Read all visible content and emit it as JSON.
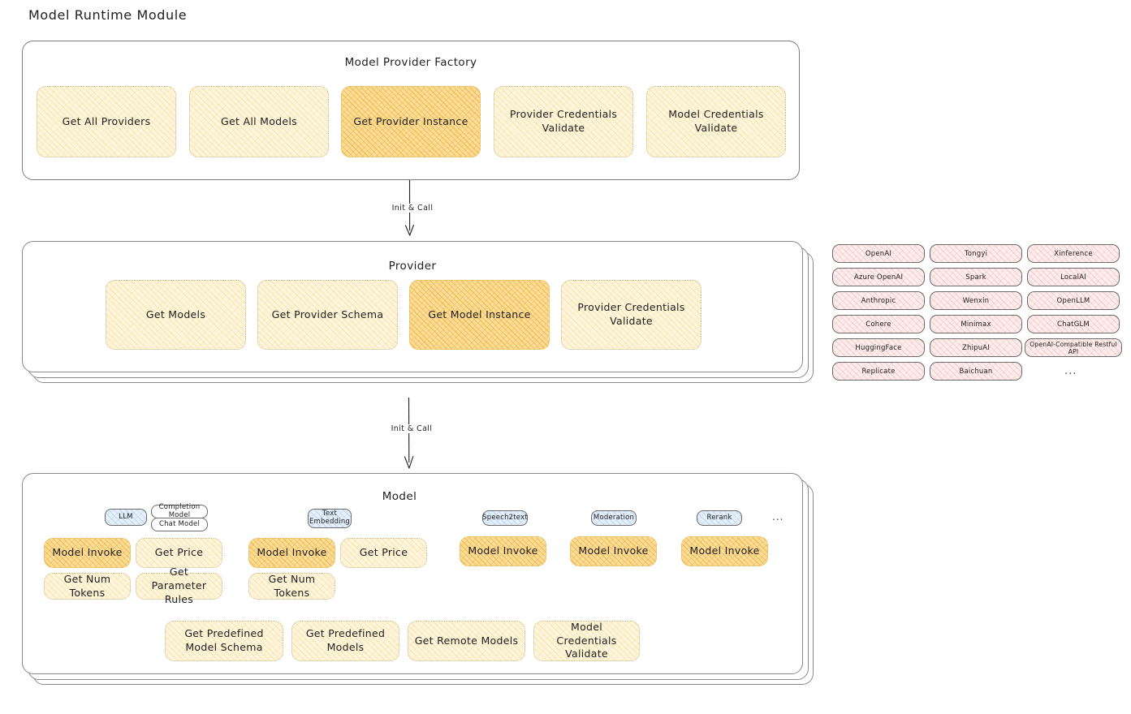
{
  "page": {
    "title": "Model Runtime Module"
  },
  "factory": {
    "title": "Model Provider Factory",
    "actions": [
      {
        "label": "Get All Providers",
        "highlight": false
      },
      {
        "label": "Get All Models",
        "highlight": false
      },
      {
        "label": "Get Provider Instance",
        "highlight": true
      },
      {
        "label": "Provider Credentials Validate",
        "highlight": false
      },
      {
        "label": "Model Credentials Validate",
        "highlight": false
      }
    ]
  },
  "arrows": [
    {
      "label": "Init & Call"
    },
    {
      "label": "Init & Call"
    }
  ],
  "provider": {
    "title": "Provider",
    "actions": [
      {
        "label": "Get Models",
        "highlight": false
      },
      {
        "label": "Get Provider Schema",
        "highlight": false
      },
      {
        "label": "Get Model Instance",
        "highlight": true
      },
      {
        "label": "Provider Credentials Validate",
        "highlight": false
      }
    ]
  },
  "provider_list": {
    "columns": [
      [
        "OpenAI",
        "Azure OpenAI",
        "Anthropic",
        "Cohere",
        "HuggingFace",
        "Replicate"
      ],
      [
        "Tongyi",
        "Spark",
        "Wenxin",
        "Minimax",
        "ZhipuAI",
        "Baichuan"
      ],
      [
        "Xinference",
        "LocalAI",
        "OpenLLM",
        "ChatGLM",
        "OpenAI-Compatible Restful API"
      ]
    ],
    "more": "..."
  },
  "model": {
    "title": "Model",
    "more": "...",
    "types": [
      {
        "badges": [
          {
            "label": "LLM",
            "style": "blue"
          },
          {
            "label": "Completion Model",
            "style": "white"
          },
          {
            "label": "Chat Model",
            "style": "white"
          }
        ],
        "actions": [
          {
            "label": "Model Invoke",
            "highlight": true
          },
          {
            "label": "Get Price",
            "highlight": false
          },
          {
            "label": "Get Num Tokens",
            "highlight": false
          },
          {
            "label": "Get Parameter Rules",
            "highlight": false
          }
        ]
      },
      {
        "badges": [
          {
            "label": "Text Embedding",
            "style": "blue"
          }
        ],
        "actions": [
          {
            "label": "Model Invoke",
            "highlight": true
          },
          {
            "label": "Get Price",
            "highlight": false
          },
          {
            "label": "Get Num Tokens",
            "highlight": false
          }
        ]
      },
      {
        "badges": [
          {
            "label": "Speech2text",
            "style": "blue"
          }
        ],
        "actions": [
          {
            "label": "Model Invoke",
            "highlight": true
          }
        ]
      },
      {
        "badges": [
          {
            "label": "Moderation",
            "style": "blue"
          }
        ],
        "actions": [
          {
            "label": "Model Invoke",
            "highlight": true
          }
        ]
      },
      {
        "badges": [
          {
            "label": "Rerank",
            "style": "blue"
          }
        ],
        "actions": [
          {
            "label": "Model Invoke",
            "highlight": true
          }
        ]
      }
    ],
    "shared_actions": [
      {
        "label": "Get Predefined Model Schema"
      },
      {
        "label": "Get Predefined Models"
      },
      {
        "label": "Get Remote Models"
      },
      {
        "label": "Model Credentials Validate"
      }
    ]
  },
  "colors": {
    "box_fill": "#fdf5dd",
    "box_highlight_fill": "#fbdd9b",
    "chip_fill": "#fdeded",
    "badge_blue_fill": "#e6f0fb",
    "stroke": "#1e1e1e"
  }
}
